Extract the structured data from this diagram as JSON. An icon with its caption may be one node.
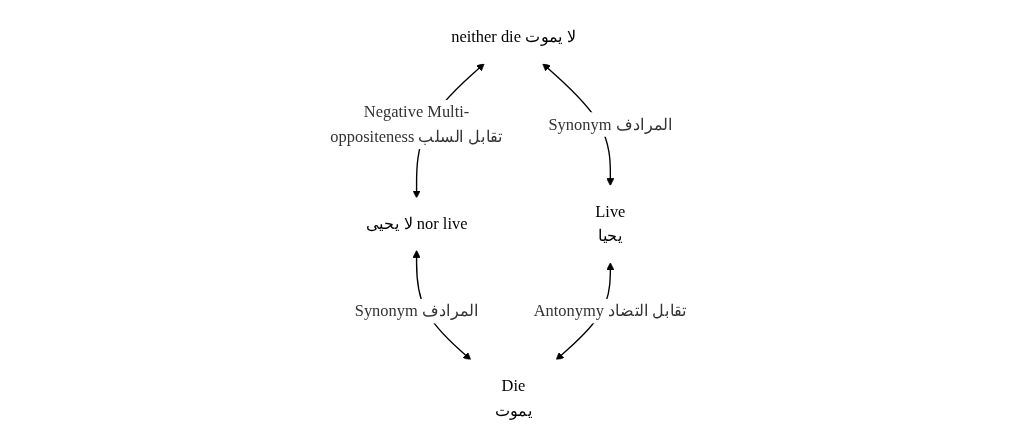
{
  "diagram": {
    "nodes": [
      {
        "text": [
          "neither die لا يموت"
        ]
      },
      {
        "text": [
          "لا يحيى nor live"
        ]
      },
      {
        "text": [
          "Live",
          "يحيا"
        ]
      },
      {
        "text": [
          "Die",
          "يموت"
        ]
      }
    ],
    "edges": [
      {
        "from": 0,
        "to": 1,
        "arrow": "both",
        "label": "Negative Multi-oppositeness تقابل السلب"
      },
      {
        "from": 0,
        "to": 2,
        "arrow": "both",
        "label": "Synonym المرادف"
      },
      {
        "from": 1,
        "to": 3,
        "arrow": "both",
        "label": "Synonym المرادف"
      },
      {
        "from": 2,
        "to": 3,
        "arrow": "both",
        "label": "Antonymy تقابل التضاد"
      }
    ]
  }
}
